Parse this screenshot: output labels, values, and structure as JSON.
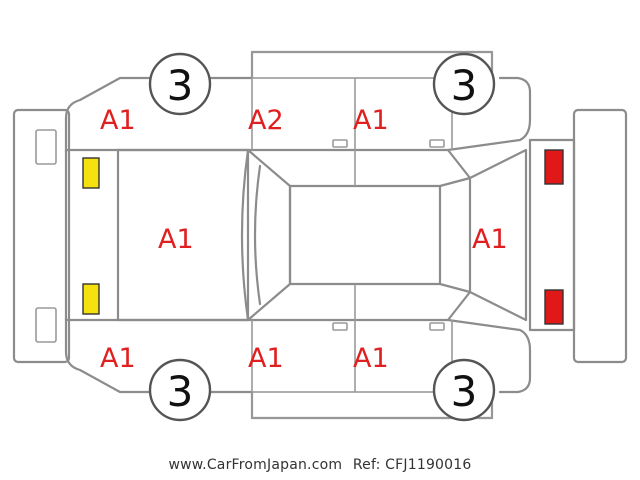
{
  "colors": {
    "grade_text": "#e02020",
    "front_lamp": "#f4e10d",
    "rear_lamp": "#e01818",
    "outline": "#8c8c8c"
  },
  "wheels": {
    "front_left": "3",
    "rear_left": "3",
    "front_right": "3",
    "rear_right": "3"
  },
  "grades": {
    "front_left_fender": "A1",
    "front_left_door": "A2",
    "rear_left_door": "A1",
    "hood": "A1",
    "rear_hatch": "A1",
    "front_right_fender": "A1",
    "front_right_door": "A1",
    "rear_right_door": "A1"
  },
  "footer": {
    "site": "www.CarFromJapan.com",
    "ref": "Ref: CFJ1190016"
  }
}
